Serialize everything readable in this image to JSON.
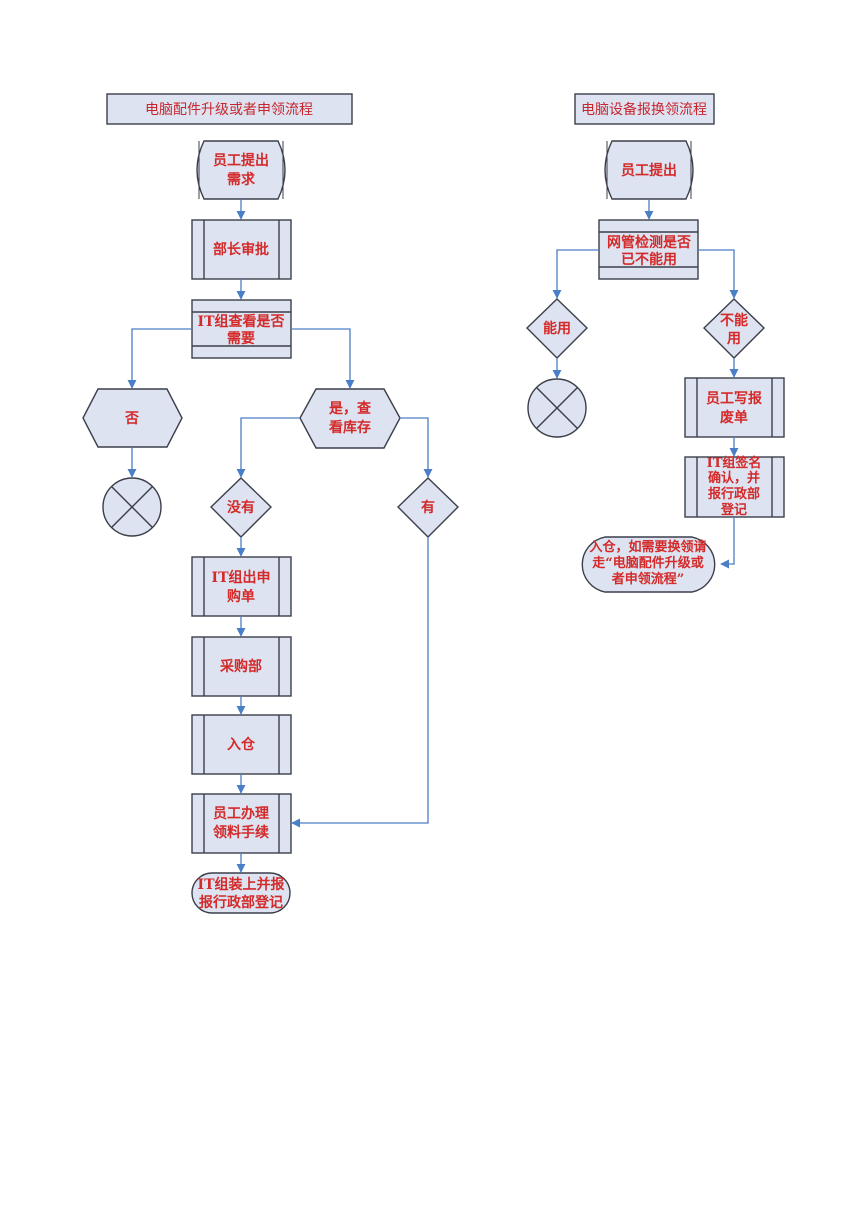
{
  "left_flow": {
    "title": "电脑配件升级或者申领流程",
    "start": [
      "员工提出",
      "需求"
    ],
    "approve": "部长审批",
    "it_check": [
      "IT组查看是否",
      "需要"
    ],
    "no": "否",
    "yes_check": [
      "是，查",
      "看库存"
    ],
    "none": "没有",
    "have": "有",
    "purchase_req": [
      "IT组出申",
      "购单"
    ],
    "purchasing": "采购部",
    "warehouse": "入仓",
    "collect": [
      "员工办理",
      "领料手续"
    ],
    "end": [
      "IT组装上并报",
      "报行政部登记"
    ]
  },
  "right_flow": {
    "title": "电脑设备报换领流程",
    "start": "员工提出",
    "check": [
      "网管检测是否",
      "已不能用"
    ],
    "usable": "能用",
    "unusable": [
      "不能",
      "用"
    ],
    "scrap": [
      "员工写报",
      "废单"
    ],
    "sign": [
      "IT组签名",
      "确认，并",
      "报行政部",
      "登记"
    ],
    "end": [
      "入仓，如需要换领请",
      "走“电脑配件升级或",
      "者申领流程”"
    ]
  }
}
